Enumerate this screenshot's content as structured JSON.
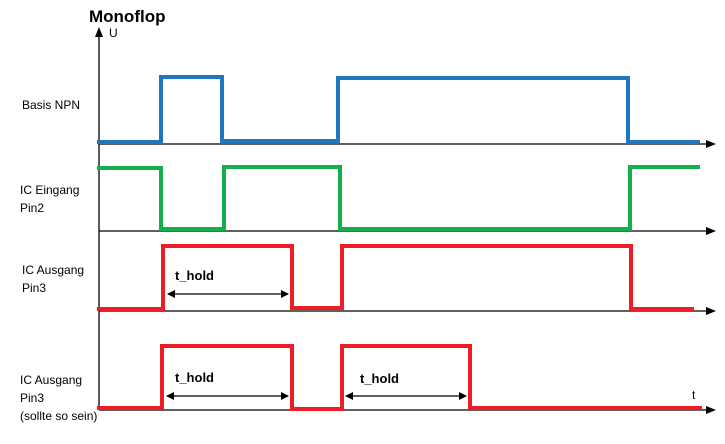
{
  "title": "Monoflop",
  "axis": {
    "y_label": "U",
    "x_label": "t"
  },
  "colors": {
    "basis": "#1f77c0",
    "eingang": "#12b04a",
    "ausgang": "#ee1c24"
  },
  "rows": [
    {
      "label_lines": [
        "Basis NPN"
      ]
    },
    {
      "label_lines": [
        "IC Eingang",
        "Pin2"
      ]
    },
    {
      "label_lines": [
        "IC Ausgang",
        "Pin3"
      ]
    },
    {
      "label_lines": [
        "IC Ausgang",
        "Pin3",
        "(sollte so sein)"
      ]
    }
  ],
  "annotations": {
    "row3_hold": "t_hold",
    "row4_hold_1": "t_hold",
    "row4_hold_2": "t_hold"
  }
}
